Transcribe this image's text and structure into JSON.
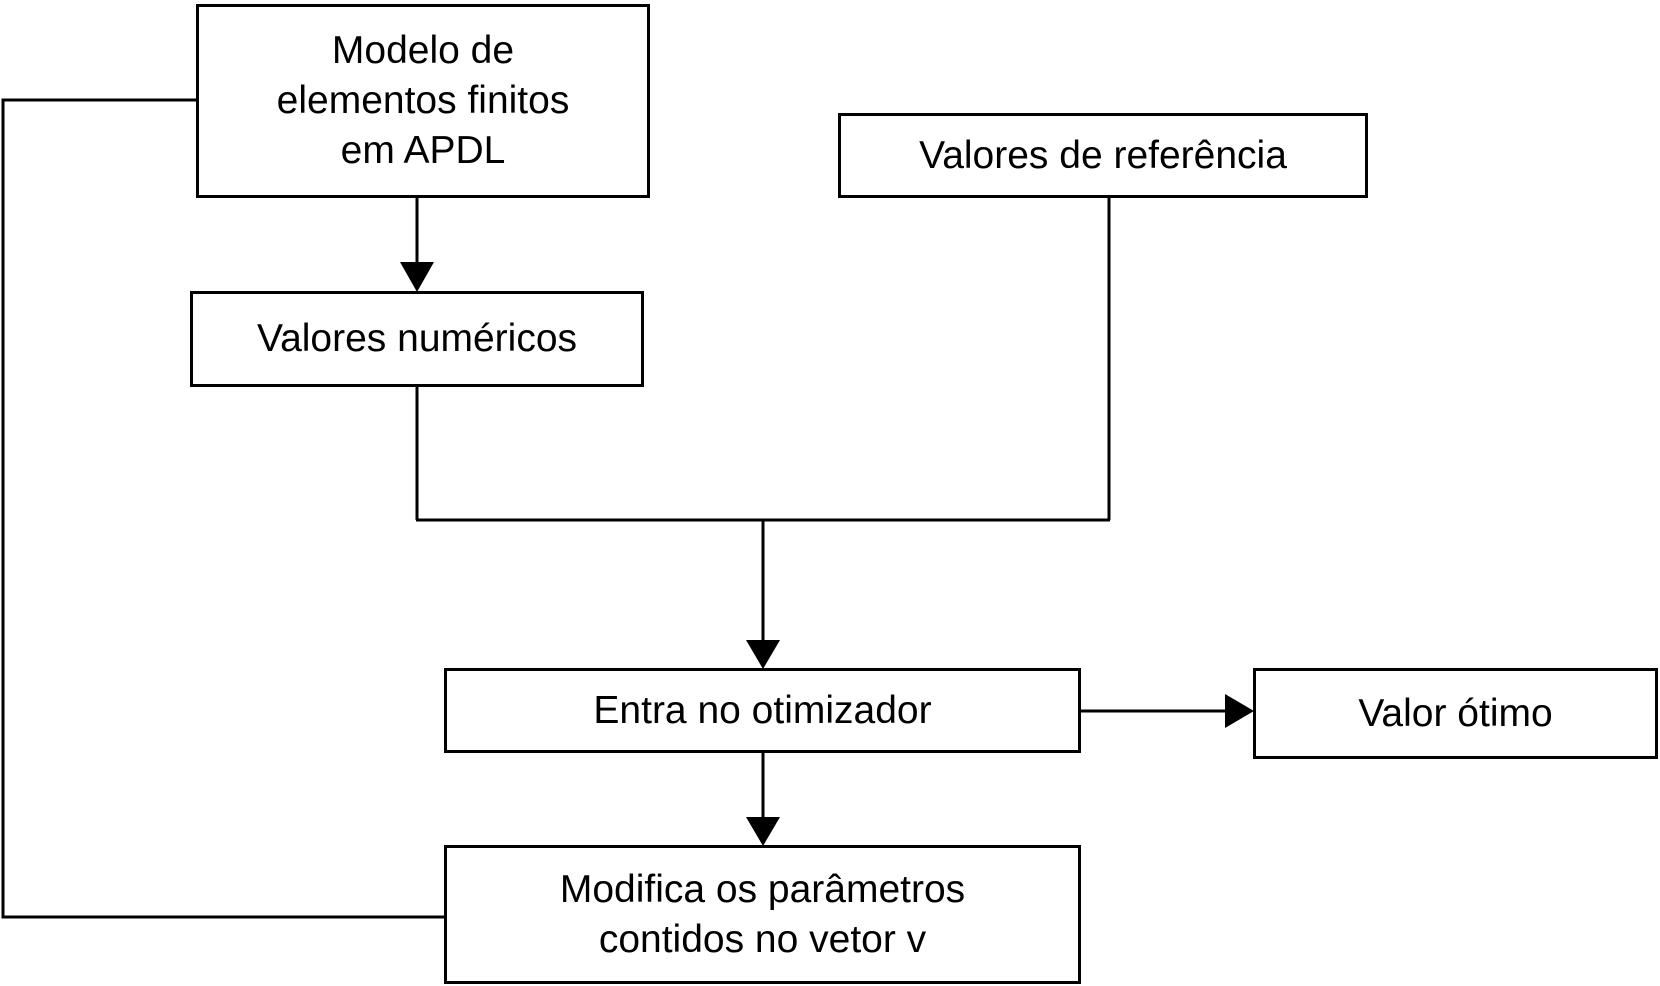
{
  "diagram": {
    "nodes": {
      "fe_model": {
        "lines": [
          "Modelo de",
          "elementos finitos",
          "em APDL"
        ]
      },
      "reference_values": {
        "lines": [
          "Valores de referência"
        ]
      },
      "numeric_values": {
        "lines": [
          "Valores numéricos"
        ]
      },
      "optimizer": {
        "lines": [
          "Entra no otimizador"
        ]
      },
      "optimal_value": {
        "lines": [
          "Valor ótimo"
        ]
      },
      "modify_params": {
        "lines": [
          "Modifica os parâmetros",
          "contidos no vetor v"
        ]
      }
    },
    "edges": [
      {
        "from": "fe_model",
        "to": "numeric_values",
        "arrow": true
      },
      {
        "from": "numeric_values",
        "to": "optimizer",
        "arrow": true,
        "merge": true
      },
      {
        "from": "reference_values",
        "to": "optimizer",
        "arrow": true,
        "merge": true
      },
      {
        "from": "optimizer",
        "to": "optimal_value",
        "arrow": true
      },
      {
        "from": "optimizer",
        "to": "modify_params",
        "arrow": true
      },
      {
        "from": "modify_params",
        "to": "fe_model",
        "arrow": false
      }
    ],
    "line_color": "#000000",
    "background": "#ffffff"
  }
}
